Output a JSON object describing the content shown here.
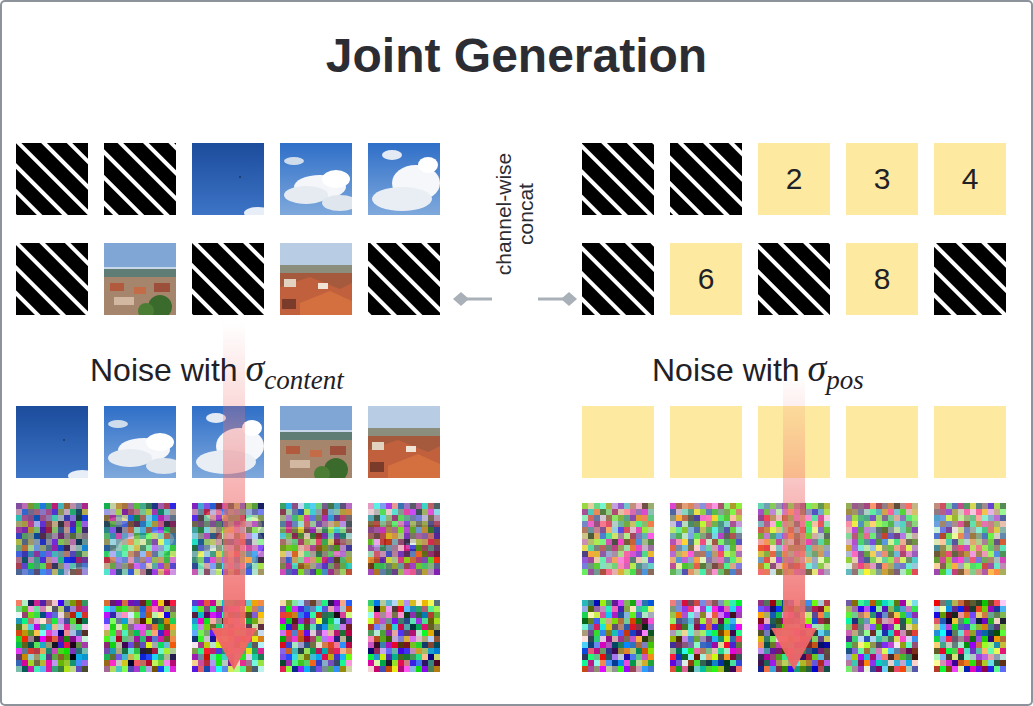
{
  "diagram": {
    "title": "Joint Generation",
    "nodes": [
      {
        "text": [
          "2"
        ]
      },
      {
        "text": [
          "3"
        ]
      },
      {
        "text": [
          "4"
        ]
      },
      {
        "text": [
          "6"
        ]
      },
      {
        "text": [
          "8"
        ]
      }
    ],
    "labels": [
      "channel-wise concat",
      "Noise with",
      "σ",
      "content",
      "Noise with",
      "σ",
      "pos"
    ]
  }
}
